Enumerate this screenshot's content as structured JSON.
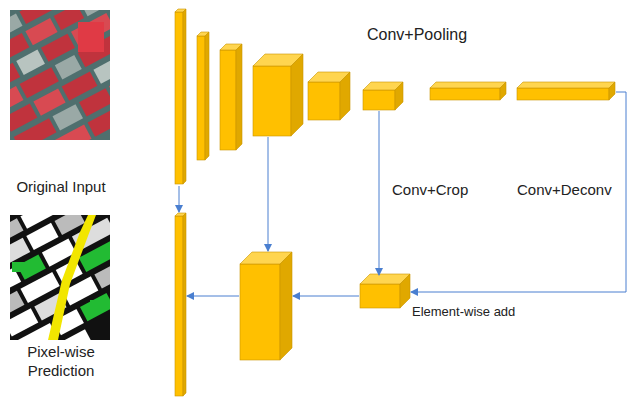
{
  "diagram": {
    "nodes": [
      {
        "text": [
          "Original Input"
        ]
      },
      {
        "text": [
          "Element-wise add"
        ]
      },
      {
        "text": [
          "Pixel-wise Prediction"
        ]
      }
    ],
    "labels": [
      "Conv+Pooling",
      "Conv+Crop",
      "Conv+Deconv"
    ]
  }
}
